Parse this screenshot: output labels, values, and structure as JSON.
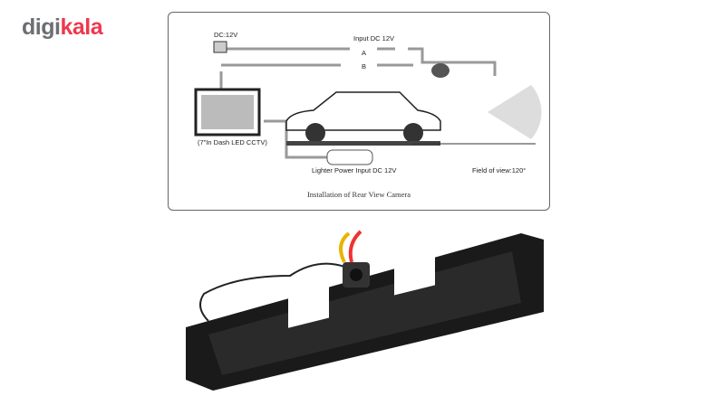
{
  "logo": {
    "part1": "digi",
    "part2": "kala",
    "colors": {
      "grey": "#6d6e71",
      "red": "#ee384e"
    }
  },
  "diagram": {
    "dc_label": "DC:12V",
    "input_label": "Input DC 12V",
    "port_a": "A",
    "port_b": "B",
    "monitor_label": "(7\"In Dash LED CCTV)",
    "lighter_label": "Lighter Power Input DC 12V",
    "fov_label": "Field of view:120°",
    "caption": "Installation of Rear View Camera"
  }
}
